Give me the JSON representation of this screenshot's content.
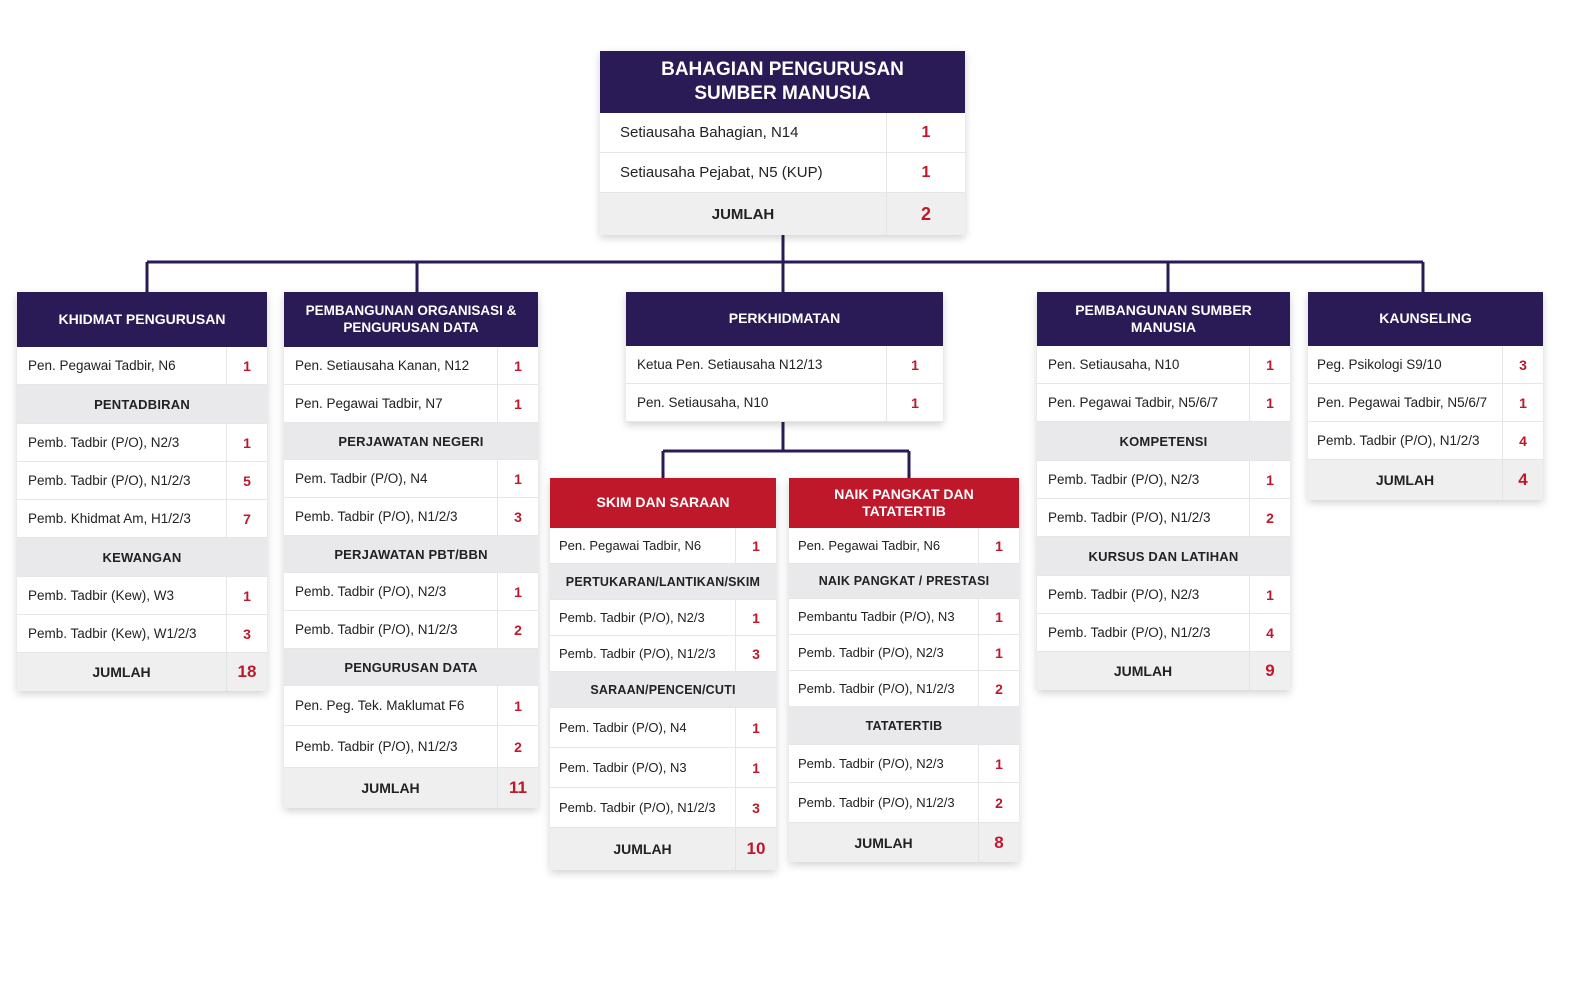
{
  "top": {
    "title_line1": "BAHAGIAN PENGURUSAN",
    "title_line2": "SUMBER MANUSIA",
    "rows": [
      {
        "label": "Setiausaha Bahagian, N14",
        "count": "1"
      },
      {
        "label": "Setiausaha Pejabat, N5 (KUP)",
        "count": "1"
      }
    ],
    "total_label": "JUMLAH",
    "total": "2"
  },
  "khidmat": {
    "title": "KHIDMAT PENGURUSAN",
    "row0": {
      "label": "Pen. Pegawai Tadbir, N6",
      "count": "1"
    },
    "sec1": "PENTADBIRAN",
    "sec1_rows": [
      {
        "label": "Pemb. Tadbir (P/O), N2/3",
        "count": "1"
      },
      {
        "label": "Pemb. Tadbir  (P/O), N1/2/3",
        "count": "5"
      },
      {
        "label": "Pemb. Khidmat Am, H1/2/3",
        "count": "7"
      }
    ],
    "sec2": "KEWANGAN",
    "sec2_rows": [
      {
        "label": "Pemb. Tadbir (Kew), W3",
        "count": "1"
      },
      {
        "label": "Pemb. Tadbir (Kew), W1/2/3",
        "count": "3"
      }
    ],
    "total_label": "JUMLAH",
    "total": "18"
  },
  "organisasi": {
    "title_line1": "PEMBANGUNAN ORGANISASI &",
    "title_line2": "PENGURUSAN DATA",
    "rows": [
      {
        "label": "Pen. Setiausaha Kanan, N12",
        "count": "1"
      },
      {
        "label": "Pen. Pegawai Tadbir, N7",
        "count": "1"
      }
    ],
    "sec1": "PERJAWATAN NEGERI",
    "sec1_rows": [
      {
        "label": "Pem. Tadbir (P/O), N4",
        "count": "1"
      },
      {
        "label": "Pemb. Tadbir  (P/O), N1/2/3",
        "count": "3"
      }
    ],
    "sec2": "PERJAWATAN PBT/BBN",
    "sec2_rows": [
      {
        "label": "Pemb. Tadbir (P/O), N2/3",
        "count": "1"
      },
      {
        "label": "Pemb. Tadbir  (P/O), N1/2/3",
        "count": "2"
      }
    ],
    "sec3": "PENGURUSAN DATA",
    "sec3_rows": [
      {
        "label": "Pen. Peg. Tek. Maklumat F6",
        "count": "1"
      },
      {
        "label": "Pemb. Tadbir  (P/O), N1/2/3",
        "count": "2"
      }
    ],
    "total_label": "JUMLAH",
    "total": "11"
  },
  "perkhidmatan": {
    "title": "PERKHIDMATAN",
    "rows": [
      {
        "label": "Ketua Pen. Setiausaha N12/13",
        "count": "1"
      },
      {
        "label": "Pen. Setiausaha, N10",
        "count": "1"
      }
    ]
  },
  "skim": {
    "title": "SKIM DAN SARAAN",
    "row0": {
      "label": "Pen. Pegawai Tadbir, N6",
      "count": "1"
    },
    "sec1": "PERTUKARAN/LANTIKAN/SKIM",
    "sec1_rows": [
      {
        "label": "Pemb. Tadbir  (P/O), N2/3",
        "count": "1"
      },
      {
        "label": "Pemb. Tadbir  (P/O), N1/2/3",
        "count": "3"
      }
    ],
    "sec2": "SARAAN/PENCEN/CUTI",
    "sec2_rows": [
      {
        "label": "Pem. Tadbir  (P/O), N4",
        "count": "1"
      },
      {
        "label": "Pem. Tadbir  (P/O), N3",
        "count": "1"
      },
      {
        "label": "Pemb. Tadbir  (P/O), N1/2/3",
        "count": "3"
      }
    ],
    "total_label": "JUMLAH",
    "total": "10"
  },
  "pangkat": {
    "title_line1": "NAIK PANGKAT DAN",
    "title_line2": "TATATERTIB",
    "row0": {
      "label": "Pen. Pegawai Tadbir, N6",
      "count": "1"
    },
    "sec1": "NAIK PANGKAT / PRESTASI",
    "sec1_rows": [
      {
        "label": "Pembantu Tadbir (P/O), N3",
        "count": "1"
      },
      {
        "label": "Pemb. Tadbir (P/O), N2/3",
        "count": "1"
      },
      {
        "label": "Pemb. Tadbir  (P/O), N1/2/3",
        "count": "2"
      }
    ],
    "sec2": "TATATERTIB",
    "sec2_rows": [
      {
        "label": "Pemb. Tadbir (P/O), N2/3",
        "count": "1"
      },
      {
        "label": "Pemb. Tadbir  (P/O), N1/2/3",
        "count": "2"
      }
    ],
    "total_label": "JUMLAH",
    "total": "8"
  },
  "psm": {
    "title_line1": "PEMBANGUNAN SUMBER",
    "title_line2": "MANUSIA",
    "rows": [
      {
        "label": "Pen. Setiausaha, N10",
        "count": "1"
      },
      {
        "label": "Pen. Pegawai Tadbir, N5/6/7",
        "count": "1"
      }
    ],
    "sec1": "KOMPETENSI",
    "sec1_rows": [
      {
        "label": "Pemb. Tadbir (P/O), N2/3",
        "count": "1"
      },
      {
        "label": "Pemb. Tadbir  (P/O), N1/2/3",
        "count": "2"
      }
    ],
    "sec2": "KURSUS DAN LATIHAN",
    "sec2_rows": [
      {
        "label": "Pemb. Tadbir (P/O), N2/3",
        "count": "1"
      },
      {
        "label": "Pemb. Tadbir  (P/O), N1/2/3",
        "count": "4"
      }
    ],
    "total_label": "JUMLAH",
    "total": "9"
  },
  "kaunseling": {
    "title": "KAUNSELING",
    "rows": [
      {
        "label": "Peg. Psikologi S9/10",
        "count": "3"
      },
      {
        "label": "Pen. Pegawai Tadbir, N5/6/7",
        "count": "1"
      },
      {
        "label": "Pemb. Tadbir  (P/O), N1/2/3",
        "count": "4"
      }
    ],
    "total_label": "JUMLAH",
    "total": "4"
  },
  "colors": {
    "navy": "#2a1b57",
    "red": "#c0182b",
    "section_bg": "#e9e9ec"
  }
}
